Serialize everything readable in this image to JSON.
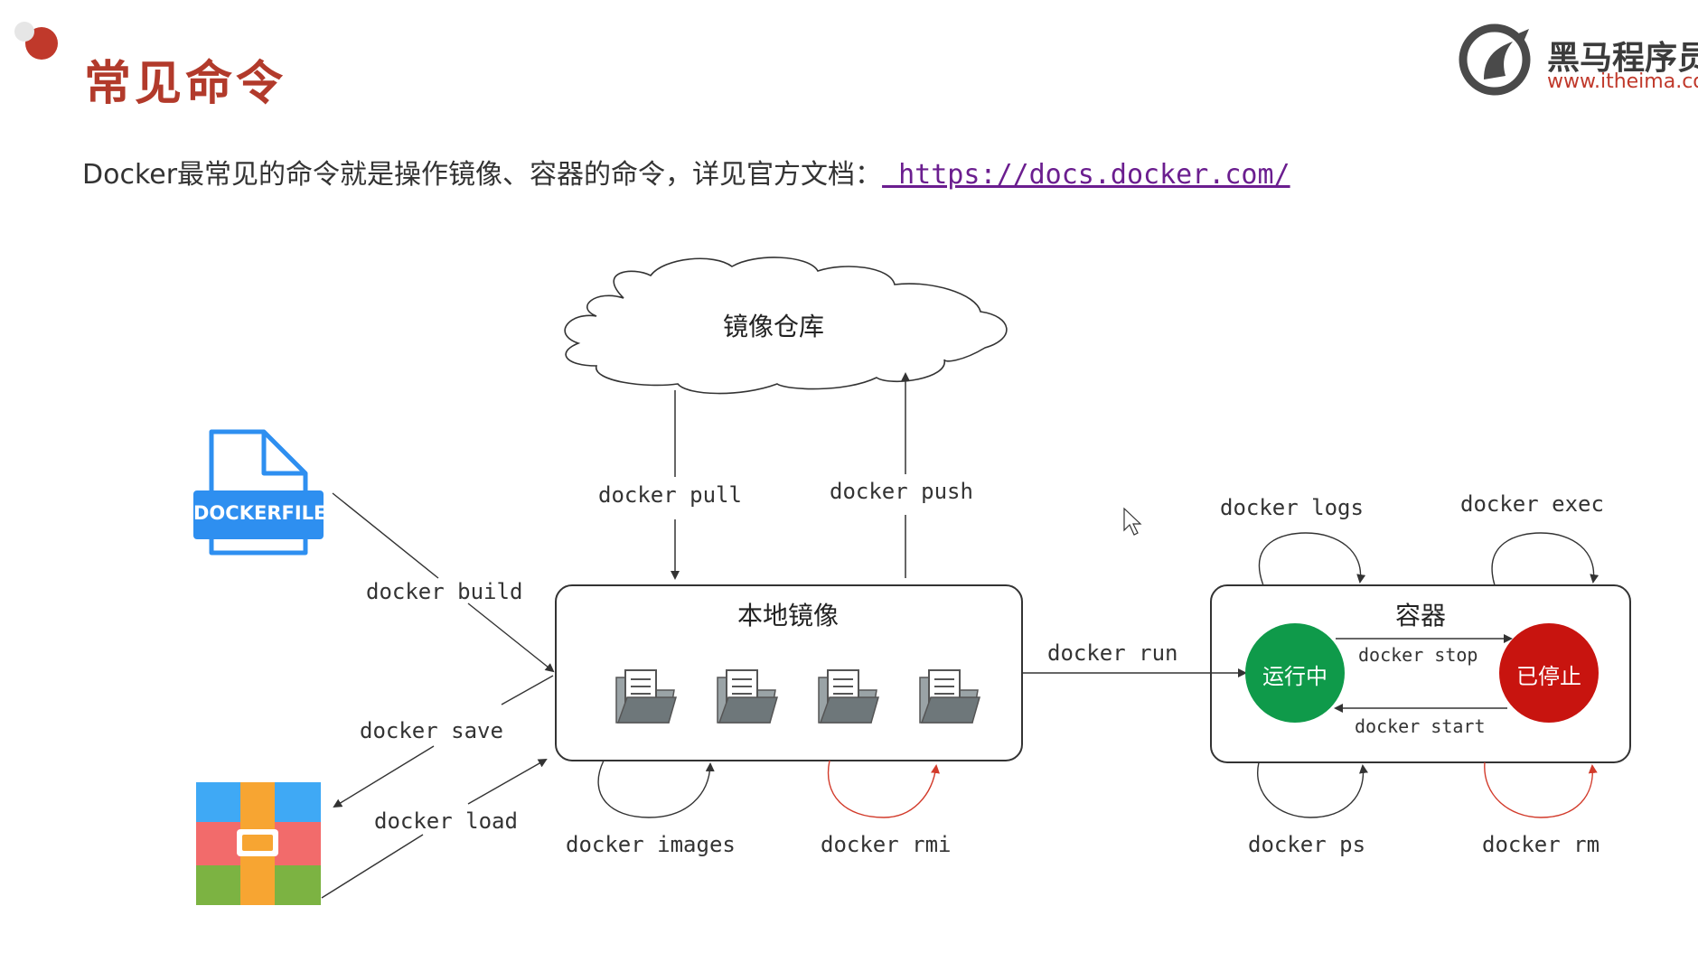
{
  "header": {
    "title": "常见命令",
    "intro_text": "Docker最常见的命令就是操作镜像、容器的命令，详见官方文档：",
    "intro_link": "https://docs.docker.com/",
    "brand_name": "黑马程序员",
    "brand_url": "www.itheima.com"
  },
  "diagram": {
    "registry_label": "镜像仓库",
    "local_images_label": "本地镜像",
    "container_label": "容器",
    "dockerfile_label": "DOCKERFILE",
    "running_label": "运行中",
    "stopped_label": "已停止",
    "commands": {
      "pull": "docker pull",
      "push": "docker push",
      "build": "docker build",
      "save": "docker save",
      "load": "docker load",
      "images": "docker images",
      "rmi": "docker rmi",
      "run": "docker run",
      "logs": "docker logs",
      "exec": "docker exec",
      "stop": "docker stop",
      "start": "docker start",
      "ps": "docker ps",
      "rm": "docker rm"
    }
  },
  "colors": {
    "title": "#b23a2b",
    "running": "#0f9a4a",
    "stopped": "#c8140f",
    "link": "#6b1e8f",
    "remove_arrow": "#d23a2a"
  }
}
